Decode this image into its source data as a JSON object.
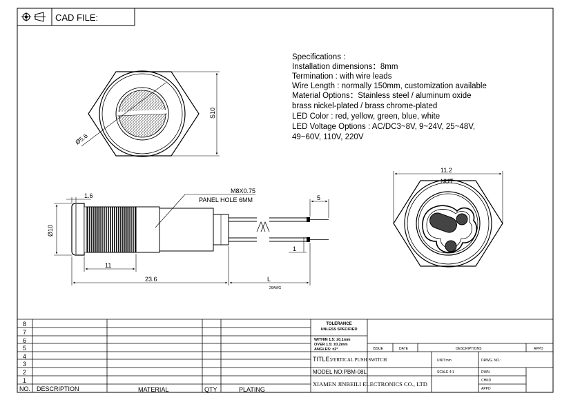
{
  "header": {
    "cad_file_label": "CAD FILE:"
  },
  "specs": {
    "lines": [
      "Specifications :",
      "Installation dimensions：8mm",
      "Termination : with wire leads",
      "Wire Length : normally 150mm, customization available",
      "Material Options：Stainless steel / aluminum oxide",
      "brass nickel-plated / brass chrome-plated",
      "LED Color : red, yellow, green, blue, white",
      "LED Voltage Options : AC/DC3~8V, 9~24V, 25~48V,",
      "49~60V,  110V,  220V"
    ]
  },
  "front_view": {
    "hex_dim": "S10",
    "lens_dim": "Ø5.6"
  },
  "side_view": {
    "thread_label": "M8X0.75",
    "panel_hole_label": "PANEL HOLE 6MM",
    "flange_dim": "1.6",
    "diameter_dim": "Ø10",
    "thread_length_dim": "11",
    "total_length_dim": "23.6",
    "wire_length_dim": "L",
    "wire_gauge": "26AWG",
    "strip_dim": "5",
    "wire_dim": "1"
  },
  "nut_view": {
    "width_dim": "11.2",
    "label": "NUT"
  },
  "bom": {
    "row_numbers": [
      "8",
      "7",
      "6",
      "5",
      "4",
      "3",
      "2",
      "1"
    ],
    "headers": {
      "no": "NO.",
      "description": "DESCRIPTION",
      "material": "MATERIAL",
      "qty": "QTY",
      "plating": "PLATING"
    }
  },
  "title_block": {
    "tolerance_title": "TOLERANCE",
    "tolerance_sub": "UNLESS SPECIFIED",
    "within": "WITHIN  1.5: ±0.1mm",
    "over": "OVER  1.5:  ±0.2mm",
    "angles": "ANGLES: ±2°",
    "issue": "ISSUE",
    "date": "DATE",
    "descriptions": "DESCRIPTIONS",
    "appd": "APPD",
    "title_label": "TITLE:",
    "title_value": "VERTICAL PUSH SWITCH",
    "unit": "UNIT:mm",
    "drwg_no": "DRWG. NO.:",
    "model": "MODEL NO:PBM-08L",
    "scale": "SCALE 4:1",
    "dwn": "DWN",
    "company": "XIAMEN JINBEILI ELECTRONICS CO., LTD",
    "chkd": "CHKD",
    "appd2": "APPD"
  }
}
